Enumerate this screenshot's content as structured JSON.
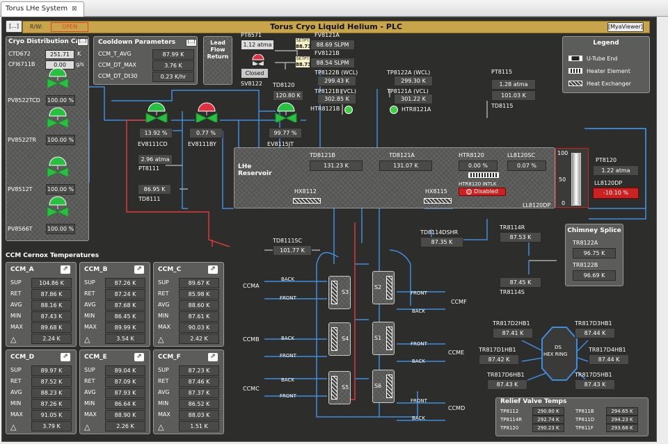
{
  "window": {
    "tab_title": "Torus LHe System",
    "close": "⊠"
  },
  "top": {
    "menu_btn": "[...]",
    "rw_label": "R/W:",
    "rw_value": "OPEN",
    "title": "Torus Cryo Liquid Helium - PLC",
    "viewer_btn": "[MyaViewer]"
  },
  "dist": {
    "title": "Cryo Distribution Ca",
    "btn": "[...]",
    "ctd672": "CTD672",
    "ctd672_val": "251.71",
    "ctd672_unit": "K",
    "cfi": "CFI6711B",
    "cfi_val": "0.00",
    "cfi_unit": "g/s",
    "valves": [
      {
        "name": "PV8522TCD",
        "val": "100.00 %"
      },
      {
        "name": "PV8522TR",
        "val": "100.00 %"
      },
      {
        "name": "PV8512T",
        "val": "100.00 %"
      },
      {
        "name": "PV8566T",
        "val": "100.00 %"
      }
    ]
  },
  "cooldown": {
    "title": "Cooldown Parameters",
    "btn": "[...]",
    "rows": [
      {
        "label": "CCM_T_AVG",
        "value": "87.99 K"
      },
      {
        "label": "CCM_DT_MAX",
        "value": "3.76 K"
      },
      {
        "label": "CCM_DT_Dt30",
        "value": "0.23 K/hr"
      }
    ]
  },
  "leadflow": {
    "line1": "Lead",
    "line2": "Flow",
    "line3": "Return"
  },
  "pt8571": {
    "label": "PT8571",
    "value": "1.12 atma"
  },
  "sv8122": {
    "status": "Closed",
    "label": "SV8122"
  },
  "fv": {
    "setpt": "SETPT",
    "a_label": "FV8121A",
    "a_set": "88.73",
    "a_val": "88.69 SLPM",
    "b_label": "FV8121B",
    "b_set": "88.73",
    "b_val": "88.54 SLPM"
  },
  "tp": {
    "a_wcl": "TP8122B (WCL)",
    "a_wcl_val": "299.43 K",
    "a_vcl": "TP8121B (VCL)",
    "a_vcl_val": "302.85 K",
    "b_wcl": "TP8122A (WCL)",
    "b_wcl_val": "299.30 K",
    "b_vcl": "TP8121A (VCL)",
    "b_vcl_val": "301.22 K",
    "htr_b": "HTR8121B",
    "htr_a": "HTR8121A"
  },
  "td8120": {
    "label": "TD8120",
    "value": "120.80 K"
  },
  "pt8115": {
    "label": "PT8115",
    "value": "1.28 atma",
    "value2": "101.03 K",
    "label2": "TD8115"
  },
  "ev": [
    {
      "name": "EV8111CD",
      "val": "13.92 %"
    },
    {
      "name": "EV8111BY",
      "val": "0.77 %"
    },
    {
      "name": "EV8115JT",
      "val": "99.77 %"
    }
  ],
  "pt8111": {
    "value": "2.96 atma",
    "label": "PT8111"
  },
  "td8111": {
    "value": "86.95 K",
    "label": "TD8111"
  },
  "reservoir": {
    "title1": "LHe",
    "title2": "Reservoir",
    "td8121b": "TD8121B",
    "td8121b_val": "131.23 K",
    "td8121a": "TD8121A",
    "td8121a_val": "131.07 K",
    "htr8120": "HTR8120",
    "htr8120_val": "0.00 %",
    "ll8120sc": "LL8120SC",
    "ll8120sc_val": "0.07 %",
    "intlk": "HTR8120 INTLK",
    "disabled": "Disabled",
    "hx8112": "HX8112",
    "hx8115": "HX8115",
    "ll8120dp": "LL8120DP"
  },
  "gauge": {
    "t100": "100",
    "t50": "50",
    "t0": "0"
  },
  "pt8120": {
    "label": "PT8120",
    "value": "1.22 atma",
    "ll_label": "LL8120DP",
    "ll_value": "-10.10 %"
  },
  "legend": {
    "title": "Legend",
    "items": [
      "U-Tube End",
      "Heater Element",
      "Heat Exchanger"
    ]
  },
  "td8114dshr": {
    "label": "TD8114DSHR",
    "value": "87.35 K"
  },
  "td8111sc": {
    "label": "TD8111SC",
    "value": "101.77 K"
  },
  "tr8114r": {
    "label": "TR8114R",
    "value": "87.53 K"
  },
  "tr8114s": {
    "label": "TR8114S",
    "value": "87.45 K"
  },
  "chimney": {
    "title": "Chimney Splice",
    "a_label": "TR8122A",
    "a_val": "96.75 K",
    "b_label": "TR8122B",
    "b_val": "96.69 K"
  },
  "ccm_title": "CCM Cernox Temperatures",
  "ccm_rows": [
    "SUP",
    "RET",
    "AVG",
    "MIN",
    "MAX"
  ],
  "ccm": [
    {
      "name": "CCM_A",
      "vals": [
        "104.86 K",
        "87.86 K",
        "88.16 K",
        "87.43 K",
        "89.68 K"
      ],
      "delta": "2.24 K"
    },
    {
      "name": "CCM_B",
      "vals": [
        "87.26 K",
        "87.24 K",
        "87.68 K",
        "86.45 K",
        "89.99 K"
      ],
      "delta": "3.54 K"
    },
    {
      "name": "CCM_C",
      "vals": [
        "89.67 K",
        "85.98 K",
        "88.60 K",
        "87.61 K",
        "90.03 K"
      ],
      "delta": "2.42 K"
    },
    {
      "name": "CCM_D",
      "vals": [
        "89.97 K",
        "87.52 K",
        "88.23 K",
        "87.26 K",
        "91.05 K"
      ],
      "delta": "3.79 K"
    },
    {
      "name": "CCM_E",
      "vals": [
        "89.04 K",
        "87.09 K",
        "87.93 K",
        "86.64 K",
        "88.90 K"
      ],
      "delta": "2.26 K"
    },
    {
      "name": "CCM_F",
      "vals": [
        "87.23 K",
        "87.46 K",
        "87.37 K",
        "86.52 K",
        "88.03 K"
      ],
      "delta": "1.51 K"
    }
  ],
  "coils": {
    "ccma": "CCMA",
    "ccmb": "CCMB",
    "ccmc": "CCMC",
    "ccmf": "CCMF",
    "ccme": "CCME",
    "ccmd": "CCMD",
    "back": "BACK",
    "front": "FRONT",
    "s3": "S3",
    "s4": "S4",
    "s5": "S5",
    "s2": "S2",
    "s1": "S1",
    "s6": "S6"
  },
  "ring": {
    "title1": "DS",
    "title2": "HEX RING",
    "sensors": [
      {
        "label": "TR817D2HB1",
        "value": "87.41 K"
      },
      {
        "label": "TR817D3HB1",
        "value": "87.44 K"
      },
      {
        "label": "TR817D1HB1",
        "value": "87.42 K"
      },
      {
        "label": "TR817D4HB1",
        "value": "87.44 K"
      },
      {
        "label": "TR817D6HB1",
        "value": "87.43 K"
      },
      {
        "label": "TR817D5HB1",
        "value": "87.43 K"
      }
    ]
  },
  "relief": {
    "title": "Relief Valve Temps",
    "left": [
      {
        "label": "TP8112",
        "value": "290.80 K"
      },
      {
        "label": "TP8114R",
        "value": "292.74 K"
      },
      {
        "label": "TP8120",
        "value": "290.23 K"
      }
    ],
    "right": [
      {
        "label": "TP811B",
        "value": "294.65 K"
      },
      {
        "label": "TP811D",
        "value": "294.23 K"
      },
      {
        "label": "TP811F",
        "value": "293.68 K"
      }
    ]
  },
  "colors": {
    "pipe_blue": "#3f8fe0",
    "pipe_red": "#e03a3a",
    "valve_green": "#27c040",
    "valve_red": "#e03040",
    "title_gold": "#c8a44a"
  }
}
